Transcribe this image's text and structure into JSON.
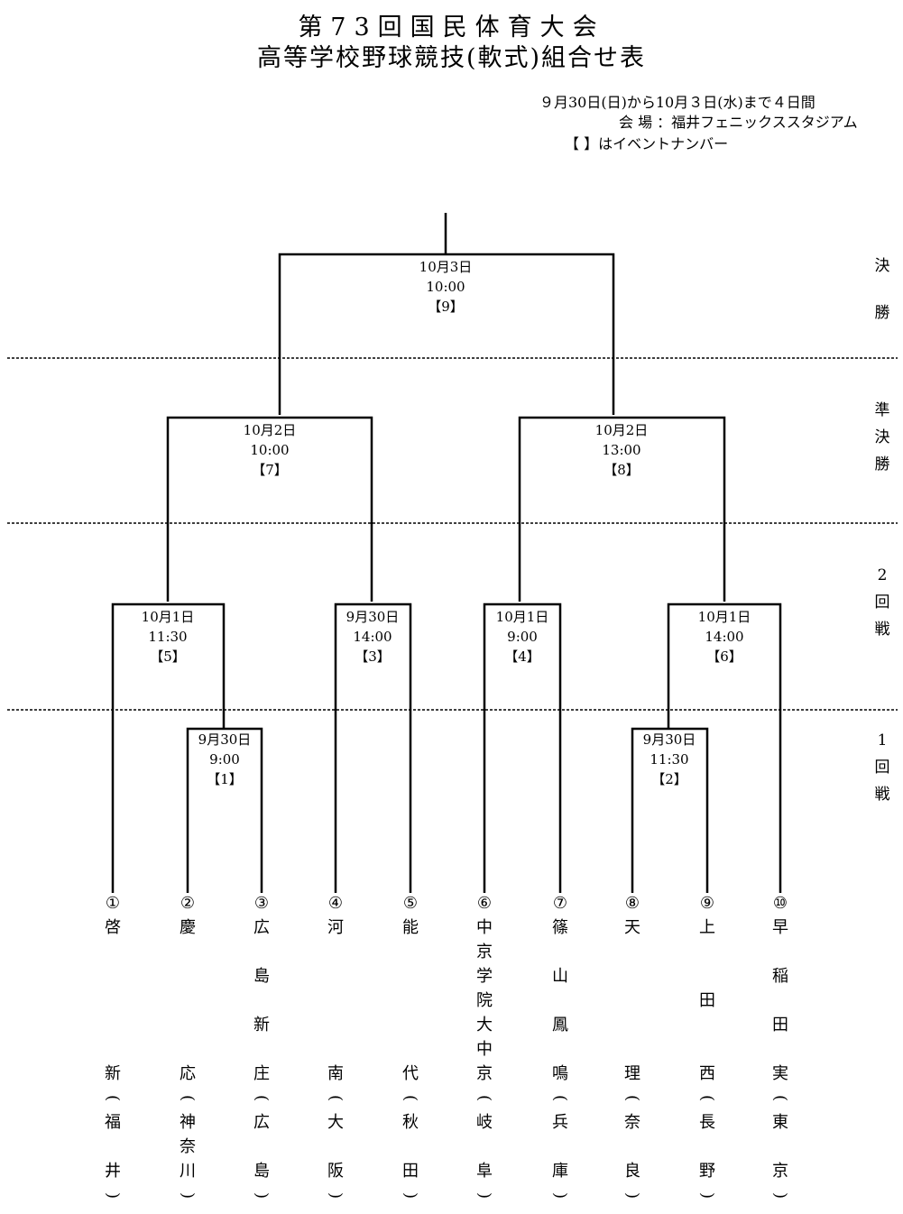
{
  "title": {
    "line1": "第73回国民体育大会",
    "line2": "高等学校野球競技(軟式)組合せ表"
  },
  "info": {
    "dates": "９月30日(日)から10月３日(水)まで４日間",
    "venue": "会 場 ：福井フェニックススタジアム",
    "note": "【 】はイベントナンバー"
  },
  "rounds": {
    "final": [
      "決",
      "勝"
    ],
    "semi": [
      "準",
      "決",
      "勝"
    ],
    "second": [
      "2",
      "回",
      "戦"
    ],
    "first": [
      "1",
      "回",
      "戦"
    ]
  },
  "matches": {
    "m9": {
      "date": "10月3日",
      "time": "10:00",
      "no": "【9】"
    },
    "m7": {
      "date": "10月2日",
      "time": "10:00",
      "no": "【7】"
    },
    "m8": {
      "date": "10月2日",
      "time": "13:00",
      "no": "【8】"
    },
    "m5": {
      "date": "10月1日",
      "time": "11:30",
      "no": "【5】"
    },
    "m3": {
      "date": "9月30日",
      "time": "14:00",
      "no": "【3】"
    },
    "m4": {
      "date": "10月1日",
      "time": "9:00",
      "no": "【4】"
    },
    "m6": {
      "date": "10月1日",
      "time": "14:00",
      "no": "【6】"
    },
    "m1": {
      "date": "9月30日",
      "time": "9:00",
      "no": "【1】"
    },
    "m2": {
      "date": "9月30日",
      "time": "11:30",
      "no": "【2】"
    }
  },
  "teams": [
    {
      "seed": "①",
      "name": [
        "啓",
        "",
        "",
        "",
        "",
        "",
        "新"
      ],
      "pref": [
        "(",
        "福",
        "",
        "井",
        ")"
      ]
    },
    {
      "seed": "②",
      "name": [
        "慶",
        "",
        "",
        "",
        "",
        "",
        "応"
      ],
      "pref": [
        "(",
        "神",
        "奈",
        "川",
        ")"
      ]
    },
    {
      "seed": "③",
      "name": [
        "広",
        "",
        "島",
        "",
        "新",
        "",
        "庄"
      ],
      "pref": [
        "(",
        "広",
        "",
        "島",
        ")"
      ]
    },
    {
      "seed": "④",
      "name": [
        "河",
        "",
        "",
        "",
        "",
        "",
        "南"
      ],
      "pref": [
        "(",
        "大",
        "",
        "阪",
        ")"
      ]
    },
    {
      "seed": "⑤",
      "name": [
        "能",
        "",
        "",
        "",
        "",
        "",
        "代"
      ],
      "pref": [
        "(",
        "秋",
        "",
        "田",
        ")"
      ]
    },
    {
      "seed": "⑥",
      "name": [
        "中",
        "京",
        "学",
        "院",
        "大",
        "中",
        "京"
      ],
      "pref": [
        "(",
        "岐",
        "",
        "阜",
        ")"
      ]
    },
    {
      "seed": "⑦",
      "name": [
        "篠",
        "",
        "山",
        "",
        "鳳",
        "",
        "鳴"
      ],
      "pref": [
        "(",
        "兵",
        "",
        "庫",
        ")"
      ]
    },
    {
      "seed": "⑧",
      "name": [
        "天",
        "",
        "",
        "",
        "",
        "",
        "理"
      ],
      "pref": [
        "(",
        "奈",
        "",
        "良",
        ")"
      ]
    },
    {
      "seed": "⑨",
      "name": [
        "上",
        "",
        "",
        "田",
        "",
        "",
        "西"
      ],
      "pref": [
        "(",
        "長",
        "",
        "野",
        ")"
      ]
    },
    {
      "seed": "⑩",
      "name": [
        "早",
        "",
        "稲",
        "",
        "田",
        "",
        "実"
      ],
      "pref": [
        "(",
        "東",
        "",
        "京",
        ")"
      ]
    }
  ]
}
